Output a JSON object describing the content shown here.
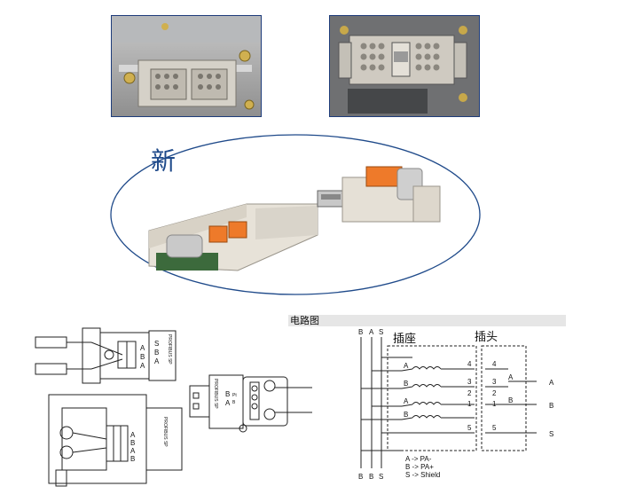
{
  "new_badge": "新",
  "circuit": {
    "title": "电路图",
    "socket_label": "插座",
    "plug_label": "插头",
    "top_wire_labels": [
      "B",
      "A",
      "S"
    ],
    "bottom_wire_labels": [
      "B",
      "B",
      "S"
    ],
    "socket_left_letters": [
      "A",
      "B",
      "A",
      "B"
    ],
    "socket_pins": [
      "4",
      "3",
      "2",
      "1",
      "5"
    ],
    "plug_pins": [
      "4",
      "3",
      "2",
      "1",
      "5"
    ],
    "plug_mid_letters": [
      "A",
      "B"
    ],
    "output_labels": [
      "A",
      "B",
      "S"
    ],
    "legend": [
      "A -> PA-",
      "B -> PA+",
      "S -> Shield"
    ]
  },
  "drawings": {
    "terminal_letters": [
      "A",
      "B",
      "A",
      "B"
    ],
    "side_text_top": [
      "S",
      "B",
      "A"
    ],
    "vertical_label": "PROFIBUS SP",
    "usb_side_letters": [
      "B",
      "A"
    ],
    "usb_side_small": [
      "Pt",
      "B"
    ]
  }
}
